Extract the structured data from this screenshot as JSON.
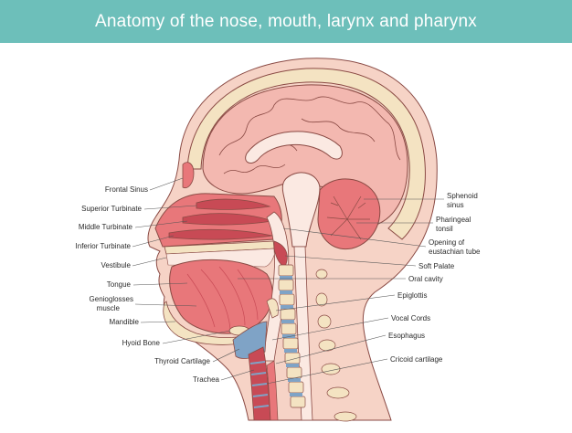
{
  "title": "Anatomy of the nose, mouth, larynx and pharynx",
  "colors": {
    "banner": "#6dbfba",
    "skin": "#f6d3c6",
    "outline": "#8a4a44",
    "brain": "#f3b8b0",
    "tissue": "#e8777a",
    "dark_tissue": "#c84a55",
    "bone": "#f4e3c2",
    "cartilage": "#7fa3c6",
    "airway": "#fbe9e2"
  },
  "labels_left": [
    "Frontal Sinus",
    "Superior Turbinate",
    "Middle Turbinate",
    "Inferior Turbinate",
    "Vestibule",
    "Tongue",
    "Genioglosses",
    "muscle",
    "Mandible",
    "Hyoid Bone",
    "Thyroid Cartilage",
    "Trachea"
  ],
  "labels_right": [
    "Sphenoid",
    "sinus",
    "Pharingeal",
    "tonsil",
    "Opening of",
    "eustachian tube",
    "Soft Palate",
    "Oral cavity",
    "Epiglottis",
    "Vocal Cords",
    "Esophagus",
    "Cricoid cartilage"
  ]
}
